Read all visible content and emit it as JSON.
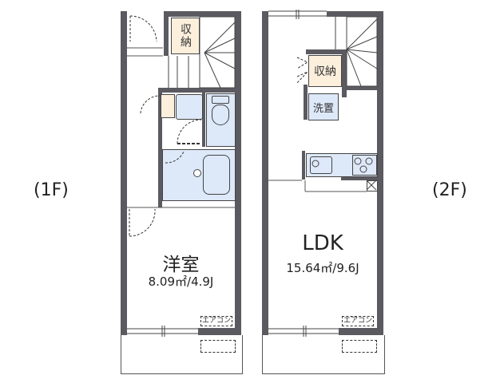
{
  "floors": [
    {
      "id": "1F",
      "label": "(1F)",
      "rooms": [
        {
          "name": "洋室",
          "area": "8.09㎡/4.9J"
        },
        {
          "name": "収納",
          "type": "storage"
        }
      ],
      "fixtures": [
        "washbasin",
        "toilet",
        "bathtub",
        "stairs",
        "entrance"
      ],
      "aircon_label": "エアコン"
    },
    {
      "id": "2F",
      "label": "(2F)",
      "rooms": [
        {
          "name": "LDK",
          "area": "15.64㎡/9.6J"
        },
        {
          "name": "収納",
          "type": "storage"
        },
        {
          "name": "洗置",
          "type": "laundry"
        }
      ],
      "fixtures": [
        "kitchen-sink",
        "stove",
        "stairs"
      ],
      "aircon_label": "エアコン"
    }
  ],
  "colors": {
    "wall": "#5a5a60",
    "storage": "#fcefdc",
    "wet_area": "#dde8f8"
  }
}
